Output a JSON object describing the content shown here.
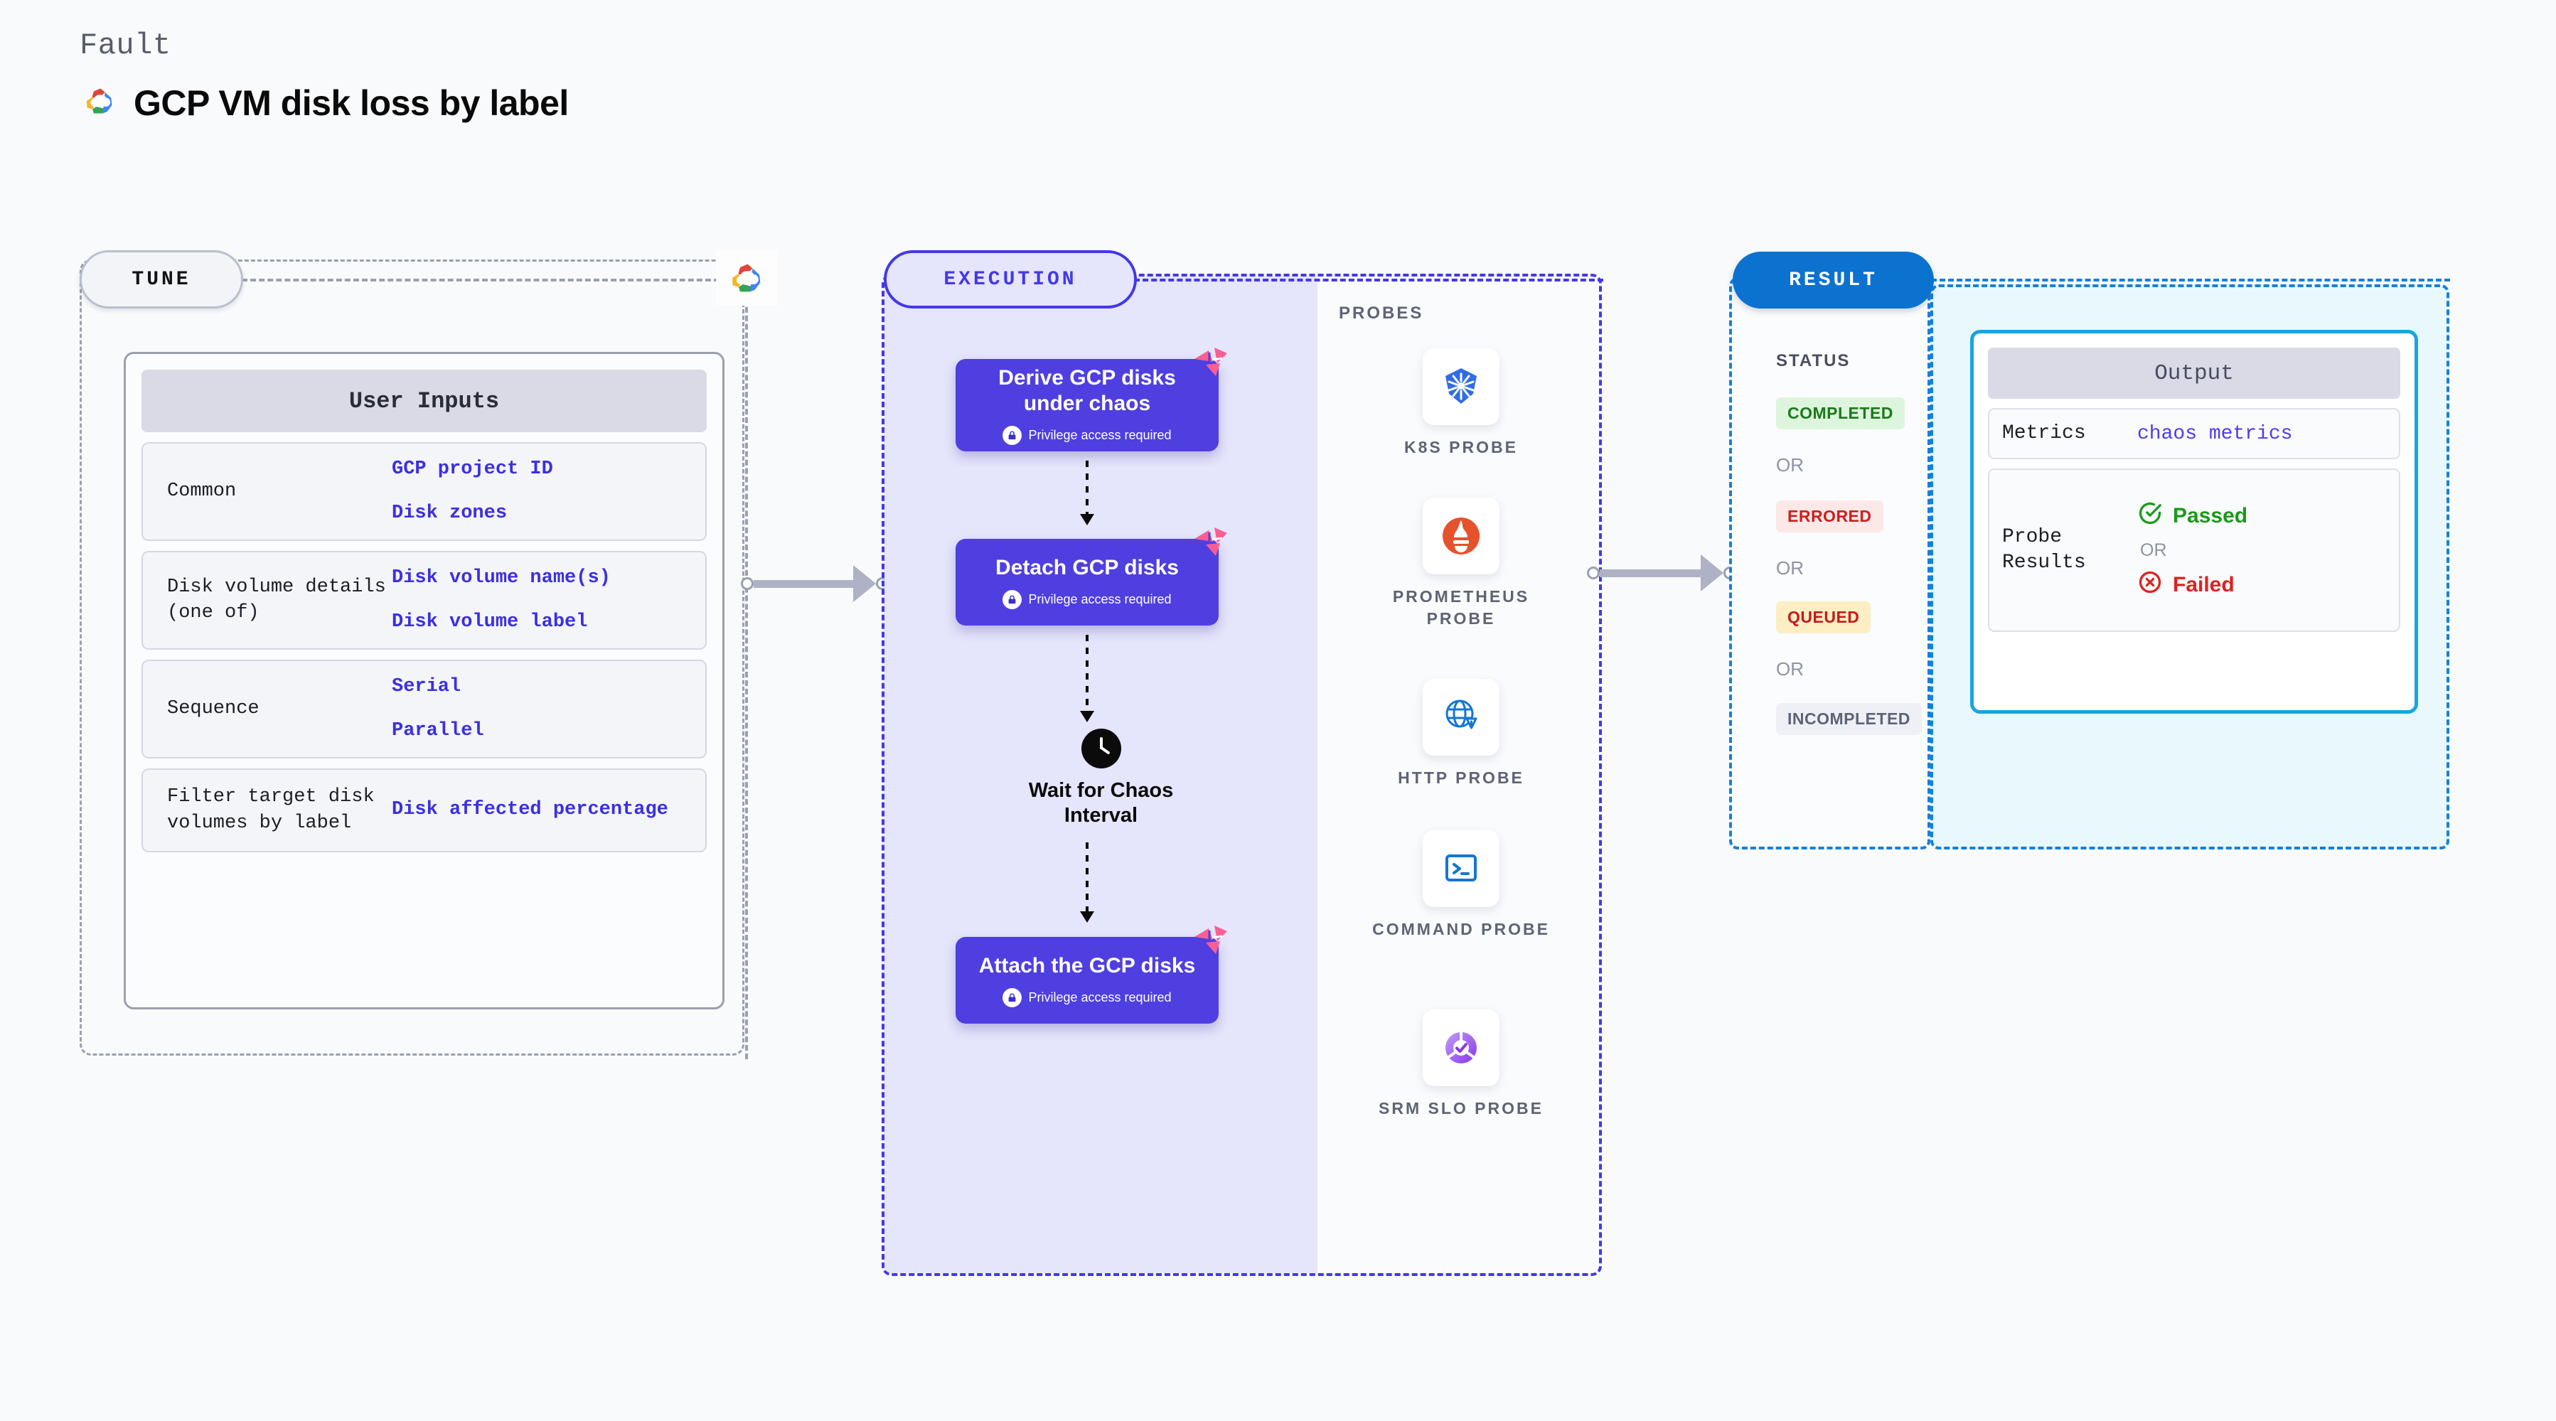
{
  "header": {
    "kicker": "Fault",
    "title": "GCP VM disk loss by label",
    "logo_icon": "gcp-cloud-icon"
  },
  "tune": {
    "pill_label": "TUNE",
    "card_title": "User Inputs",
    "rows": [
      {
        "key": "Common",
        "values": [
          "GCP project ID",
          "Disk zones"
        ]
      },
      {
        "key": "Disk volume details (one of)",
        "values": [
          "Disk volume name(s)",
          "Disk volume label"
        ]
      },
      {
        "key": "Sequence",
        "values": [
          "Serial",
          "Parallel"
        ]
      },
      {
        "key": "Filter target disk volumes by label",
        "values": [
          "Disk affected percentage"
        ]
      }
    ]
  },
  "execution": {
    "pill_label": "EXECUTION",
    "steps": [
      {
        "title": "Derive GCP disks under chaos",
        "privilege": "Privilege access required",
        "badge_icon": "lock-icon",
        "corner_icon": "litmus-icon"
      },
      {
        "title": "Detach GCP disks",
        "privilege": "Privilege access required",
        "badge_icon": "lock-icon",
        "corner_icon": "litmus-icon"
      },
      {
        "title": "Attach the GCP disks",
        "privilege": "Privilege access required",
        "badge_icon": "lock-icon",
        "corner_icon": "litmus-icon"
      }
    ],
    "wait_node": {
      "label": "Wait for Chaos Interval",
      "icon": "clock-icon"
    }
  },
  "probes": {
    "section_label": "PROBES",
    "items": [
      {
        "name": "K8S PROBE",
        "icon": "kubernetes-icon"
      },
      {
        "name": "PROMETHEUS PROBE",
        "icon": "prometheus-icon"
      },
      {
        "name": "HTTP PROBE",
        "icon": "http-globe-icon"
      },
      {
        "name": "COMMAND PROBE",
        "icon": "terminal-icon"
      },
      {
        "name": "SRM SLO PROBE",
        "icon": "srm-slo-icon"
      }
    ]
  },
  "result": {
    "pill_label": "RESULT",
    "status_label": "STATUS",
    "or_label": "OR",
    "statuses": [
      {
        "label": "COMPLETED",
        "bg": "#ddf5dd",
        "fg": "#1a7a1a"
      },
      {
        "label": "ERRORED",
        "bg": "#fde8e8",
        "fg": "#cc1f1f"
      },
      {
        "label": "QUEUED",
        "bg": "#fdeec3",
        "fg": "#c21c1c"
      },
      {
        "label": "INCOMPLETED",
        "bg": "#eef0f6",
        "fg": "#5e6475"
      }
    ],
    "output": {
      "card_title": "Output",
      "metrics_key": "Metrics",
      "metrics_value": "chaos metrics",
      "probe_results_key": "Probe Results",
      "passed_label": "Passed",
      "passed_color": "#1a9a1a",
      "failed_label": "Failed",
      "failed_color": "#dd2222",
      "or_label": "OR"
    }
  },
  "colors": {
    "page_bg": "#f9fafc",
    "indigo": "#4338e8",
    "step_box": "#4f3fe0",
    "blue": "#0b72d0",
    "cyan": "#17a5e0",
    "value_blue": "#3c2fe0",
    "pink": "#fa5f93"
  }
}
